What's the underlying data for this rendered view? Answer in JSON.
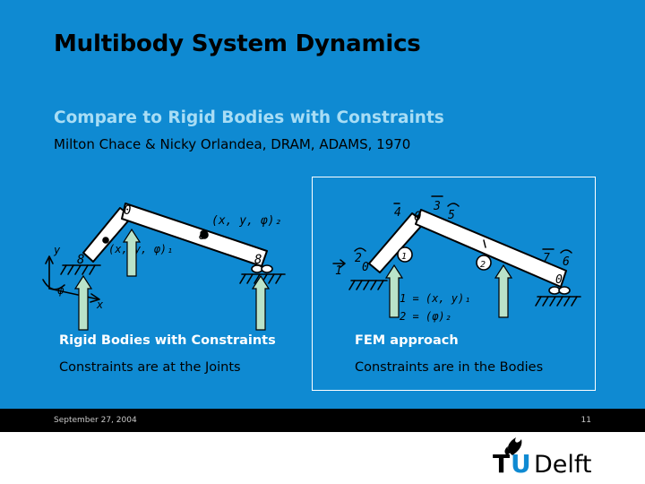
{
  "slide": {
    "title": "Multibody System Dynamics",
    "subtitle": "Compare to Rigid Bodies with Constraints",
    "byline": "Milton Chace & Nicky Orlandea, DRAM, ADAMS, 1970"
  },
  "left_panel": {
    "heading": "Rigid Bodies with Constraints",
    "text": "Constraints are at the Joints"
  },
  "right_panel": {
    "heading": "FEM approach",
    "text": "Constraints are in the Bodies"
  },
  "sketch_left": {
    "joint_top": "0",
    "joint_left": "8",
    "joint_right": "8",
    "joint_mid": "8",
    "coord_body2": "(x, y, φ)₂",
    "coord_body1": "(x, y, φ)₁",
    "axis_y": "y",
    "axis_x": "x",
    "axis_phi": "φ"
  },
  "sketch_right": {
    "node_top": "0",
    "node_left": "0",
    "node_right": "0",
    "element_1": "1",
    "element_2": "2",
    "dof_4": "4",
    "dof_3": "3",
    "dof_5": "5",
    "dof_2": "2",
    "dof_1": "1",
    "dof_7": "7",
    "dof_6": "6",
    "legend_1": "1 = (x, y)₁",
    "legend_2": "2 = (φ)₂"
  },
  "footer": {
    "date": "September 27, 2004",
    "page": "11"
  },
  "logo": {
    "t": "T",
    "u": "U",
    "delft": "Delft"
  },
  "colors": {
    "background": "#0f8ad2",
    "arrow_fill": "#b9e3c9",
    "subtitle": "#a8ddf5",
    "footer": "#000000"
  }
}
